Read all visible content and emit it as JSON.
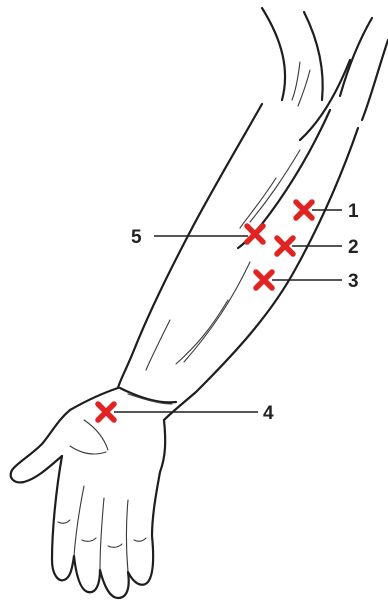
{
  "marker_color": "#e02424",
  "markers": [
    {
      "label": "1"
    },
    {
      "label": "2"
    },
    {
      "label": "3"
    },
    {
      "label": "4"
    },
    {
      "label": "5"
    }
  ]
}
